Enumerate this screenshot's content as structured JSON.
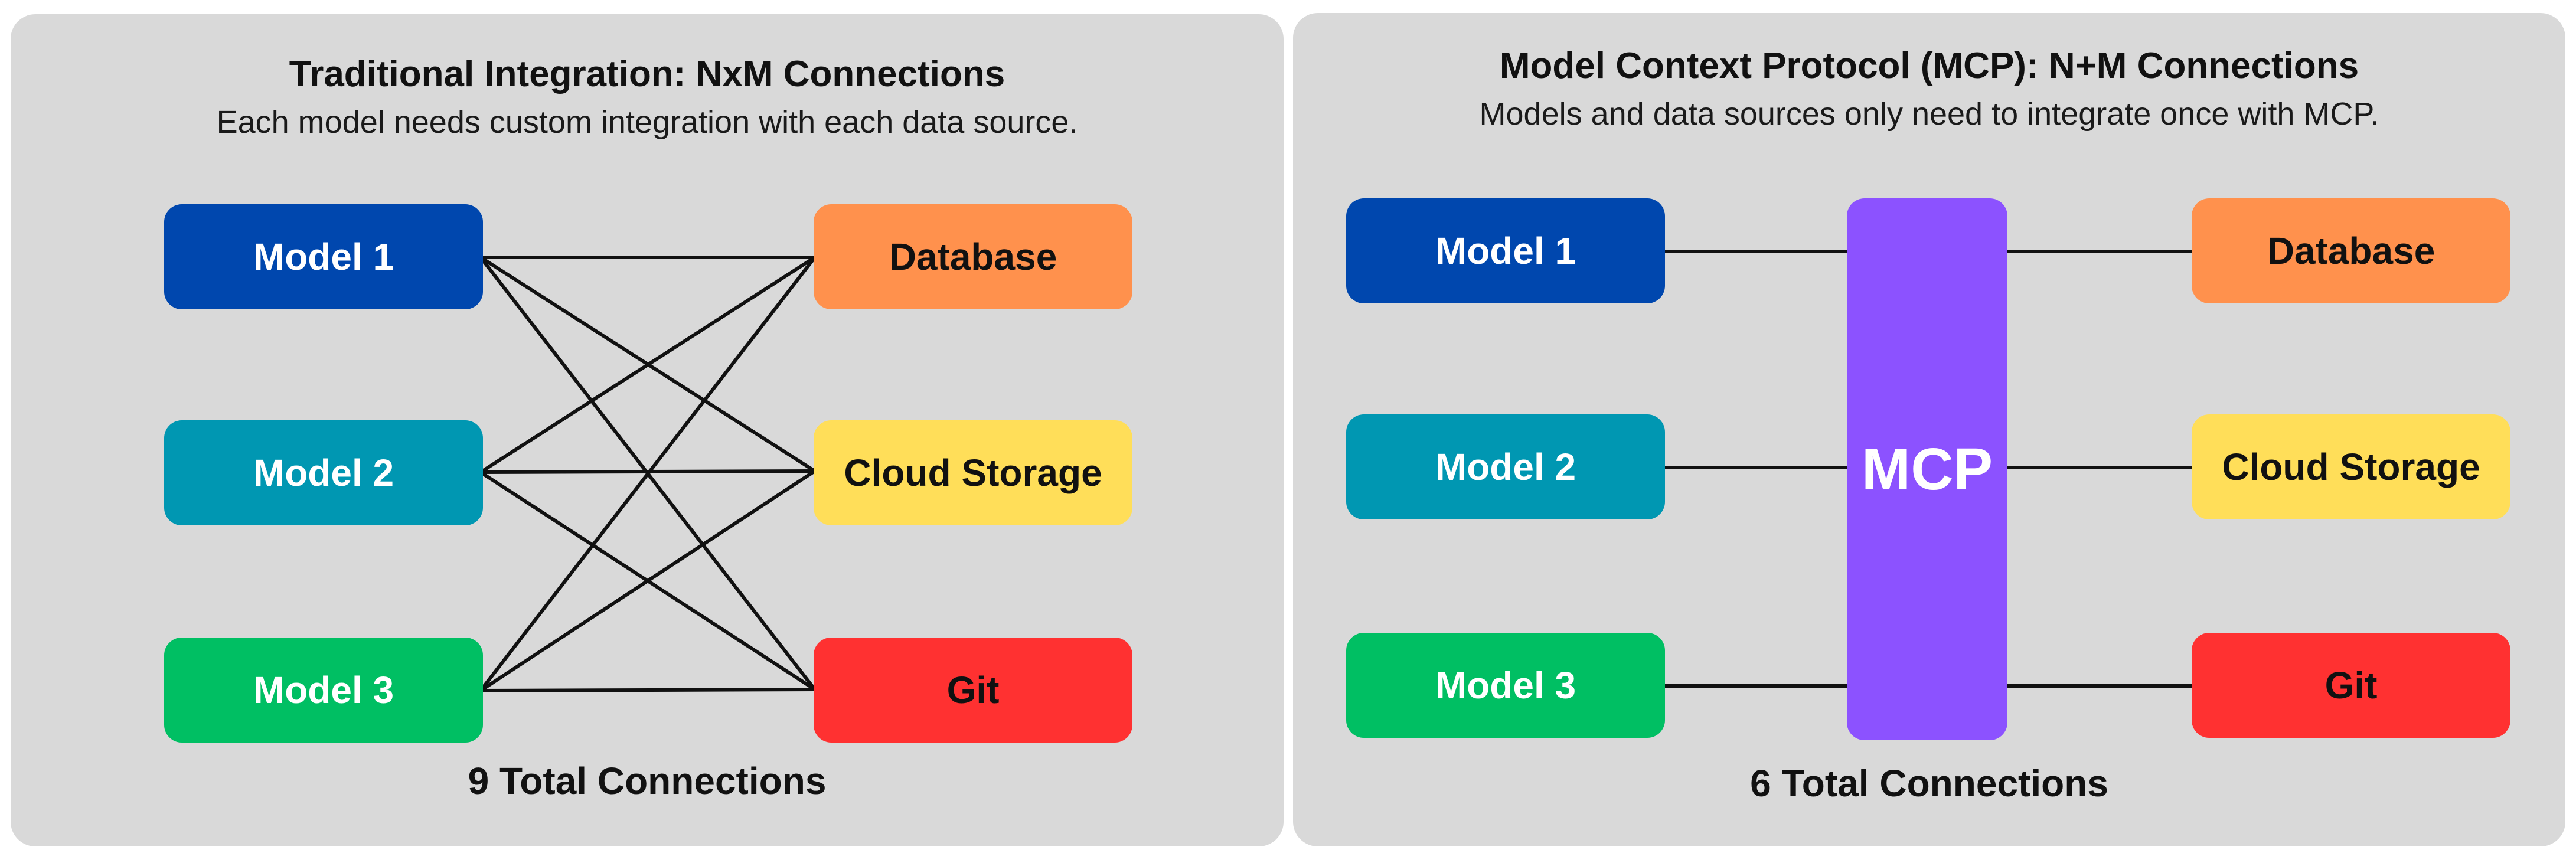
{
  "left_panel": {
    "title": "Traditional Integration: NxM Connections",
    "subtitle": "Each model needs custom integration with each data source.",
    "total": "9 Total Connections"
  },
  "right_panel": {
    "title": "Model Context Protocol (MCP): N+M Connections",
    "subtitle": "Models and data sources only need to integrate once with MCP.",
    "total": "6 Total Connections",
    "hub": "MCP"
  },
  "models": [
    {
      "label": "Model 1",
      "color": "#0047ae"
    },
    {
      "label": "Model 2",
      "color": "#0097b2"
    },
    {
      "label": "Model 3",
      "color": "#00bf63"
    }
  ],
  "sources": [
    {
      "label": "Database",
      "color": "#ff914d"
    },
    {
      "label": "Cloud Storage",
      "color": "#ffde59"
    },
    {
      "label": "Git",
      "color": "#ff3131"
    }
  ],
  "colors": {
    "panel_bg": "#d9d9d9",
    "hub": "#8c52ff",
    "line": "#111111"
  }
}
